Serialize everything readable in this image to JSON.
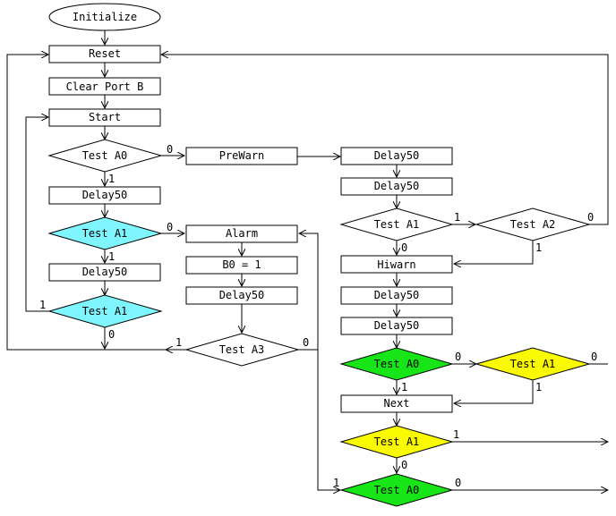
{
  "colors": {
    "plain": "#ffffff",
    "cyan": "#7ff6ff",
    "green": "#17e517",
    "yellow": "#fafa00",
    "line": "#000000"
  },
  "nodes": {
    "initialize": "Initialize",
    "reset": "Reset",
    "clear_port_b": "Clear Port B",
    "start": "Start",
    "test_a0_1": "Test A0",
    "prewarn": "PreWarn",
    "delay50_1": "Delay50",
    "delay50_p1": "Delay50",
    "delay50_p2": "Delay50",
    "test_a1_cyan_1": "Test A1",
    "alarm": "Alarm",
    "delay50_2": "Delay50",
    "b0_eq_1": "B0 = 1",
    "test_a1_cyan_2": "Test A1",
    "delay50_alarm": "Delay50",
    "test_a3": "Test A3",
    "test_a1_right": "Test A1",
    "test_a2": "Test A2",
    "hiwarn": "Hiwarn",
    "delay50_h1": "Delay50",
    "delay50_h2": "Delay50",
    "test_a0_green_1": "Test A0",
    "test_a1_yellow_1": "Test A1",
    "next": "Next",
    "test_a1_yellow_2": "Test A1",
    "test_a0_green_2": "Test A0"
  },
  "branches": {
    "zero": "0",
    "one": "1"
  }
}
